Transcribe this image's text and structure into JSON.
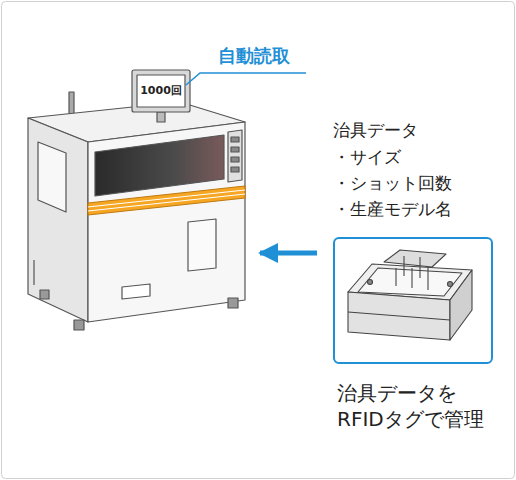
{
  "diagram": {
    "nodes": [
      {
        "text": [
          "1000回"
        ]
      },
      {
        "text": [
          "治具データを RFIDタグで管理"
        ]
      }
    ],
    "edges": [
      {
        "from": 1,
        "to": 0,
        "arrow": "to"
      }
    ],
    "labels": [
      "自動読取",
      "治具データ",
      "・サイズ",
      "・ショット回数",
      "・生産モデル名"
    ]
  }
}
